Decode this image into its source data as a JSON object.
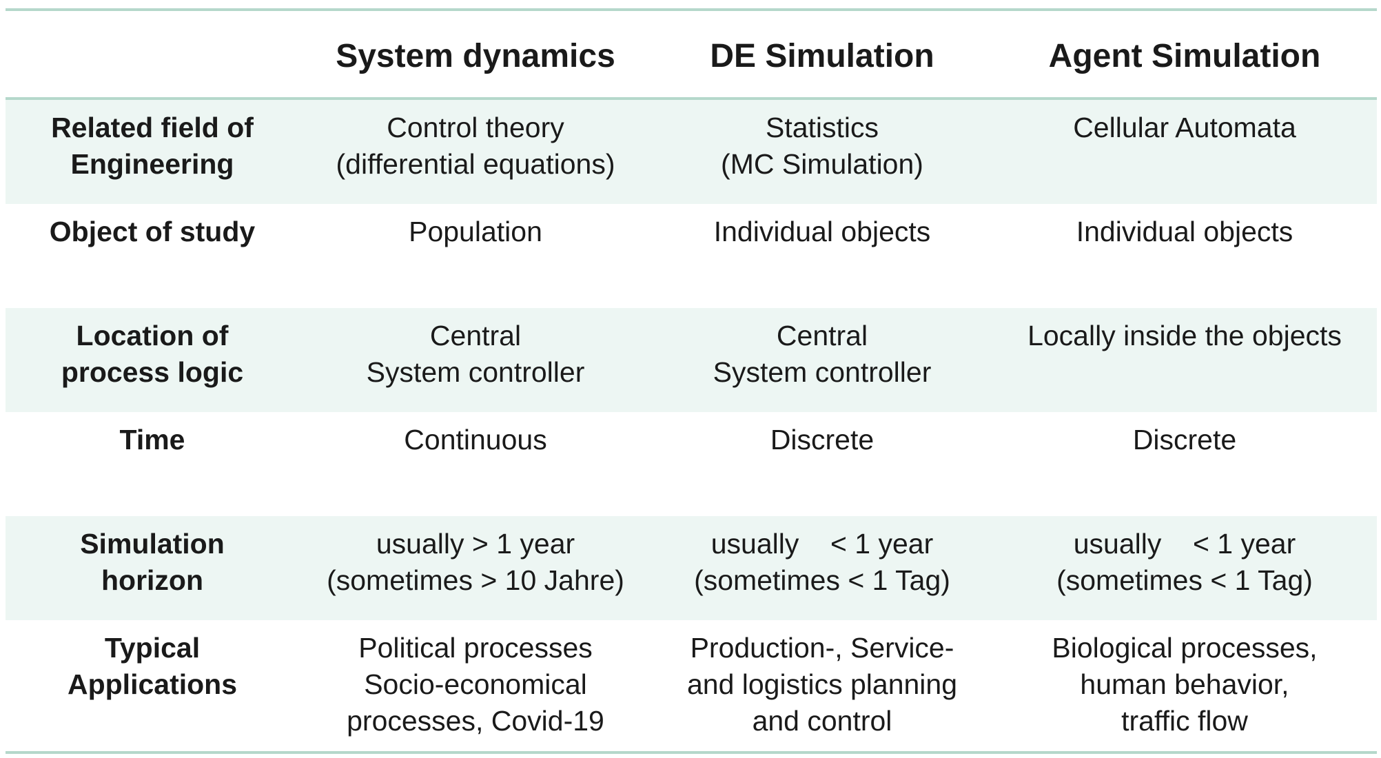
{
  "table": {
    "columns": [
      "",
      "System dynamics",
      "DE Simulation",
      "Agent Simulation"
    ],
    "rows": [
      {
        "label": [
          "Related field of",
          "Engineering"
        ],
        "system_dynamics": [
          "Control theory",
          "(differential equations)"
        ],
        "de_simulation": [
          "Statistics",
          "(MC Simulation)"
        ],
        "agent_simulation": [
          "Cellular Automata"
        ]
      },
      {
        "label": [
          "Object of study"
        ],
        "system_dynamics": [
          "Population"
        ],
        "de_simulation": [
          "Individual objects"
        ],
        "agent_simulation": [
          "Individual objects"
        ]
      },
      {
        "label": [
          "Location of",
          "process logic"
        ],
        "system_dynamics": [
          "Central",
          "System controller"
        ],
        "de_simulation": [
          "Central",
          "System controller"
        ],
        "agent_simulation": [
          "Locally inside the objects"
        ]
      },
      {
        "label": [
          "Time"
        ],
        "system_dynamics": [
          "Continuous"
        ],
        "de_simulation": [
          "Discrete"
        ],
        "agent_simulation": [
          "Discrete"
        ]
      },
      {
        "label": [
          "Simulation",
          "horizon"
        ],
        "system_dynamics": [
          "usually > 1 year",
          "(sometimes > 10 Jahre)"
        ],
        "de_simulation": [
          "usually    < 1 year",
          "(sometimes < 1 Tag)"
        ],
        "agent_simulation": [
          "usually    < 1 year",
          "(sometimes < 1 Tag)"
        ]
      },
      {
        "label": [
          "Typical",
          "Applications"
        ],
        "system_dynamics": [
          "Political processes",
          "Socio-economical",
          "processes, Covid-19"
        ],
        "de_simulation": [
          "Production-, Service-",
          "and logistics planning",
          "and control"
        ],
        "agent_simulation": [
          "Biological processes,",
          "human behavior,",
          "traffic flow"
        ]
      }
    ]
  },
  "colors": {
    "rule": "#b5d8cb",
    "shaded_row": "#edf6f3",
    "text": "#1a1a1a"
  }
}
